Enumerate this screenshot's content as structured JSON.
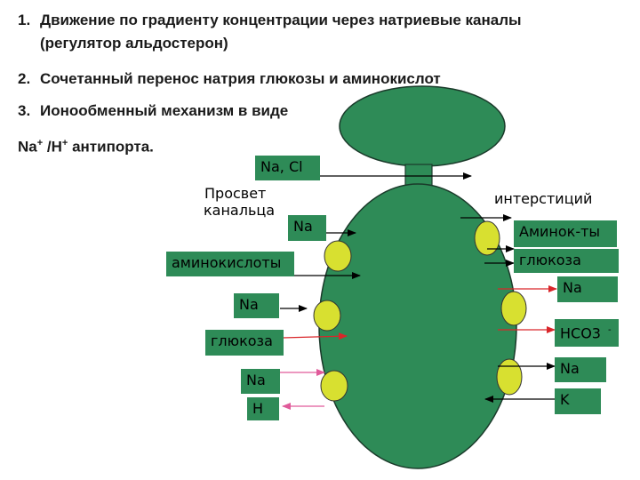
{
  "list": {
    "item1_num": "1.",
    "item1_line1": "Движение по градиенту концентрации через натриевые каналы",
    "item1_line2": "(регулятор альдостерон)",
    "item2_num": "2.",
    "item2_text": "Сочетанный перенос натрия  глюкозы и аминокислот",
    "item3_num": "3.",
    "item3_text": "Ионообменный механизм в виде",
    "item3_cont_na": "Na",
    "item3_cont_sup1": "+",
    "item3_cont_h": " /H",
    "item3_cont_sup2": "+",
    "item3_cont_rest": "   антипорта."
  },
  "labels": {
    "na_cl": "Na, Cl",
    "lumen_line1": "Просвет",
    "lumen_line2": "канальца",
    "na_lumen_top": "Na",
    "aminoacids_left": "аминокислоты",
    "na_left_mid": "Na",
    "glucose_left": "глюкоза",
    "na_left_low": "Na",
    "h_left": "H",
    "interstitium": "интерстиций",
    "aminoacids_right": "Аминок-ты",
    "glucose_right": "глюкоза",
    "na_right_1": "Na",
    "hco3_right": "HCO3",
    "hco3_sup": "-",
    "na_right_2": "Na",
    "k_right": "K"
  },
  "colors": {
    "cell_fill": "#2e8b57",
    "cell_stroke": "#1a3a2a",
    "carrier_fill": "#d8e030",
    "arrow_black": "#000000",
    "arrow_red": "#d9262a",
    "arrow_pink": "#e05a9a"
  }
}
